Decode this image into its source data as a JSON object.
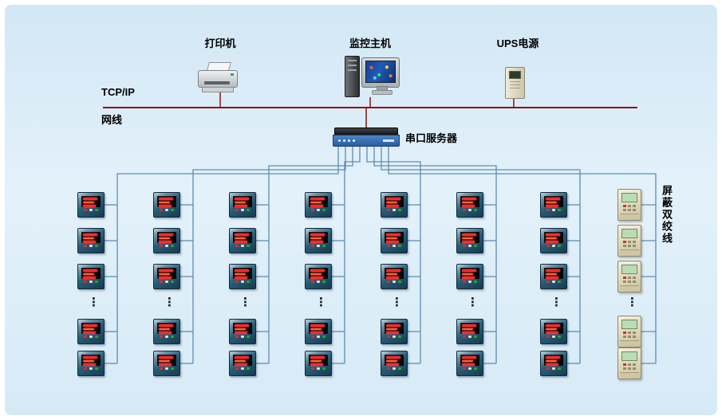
{
  "labels": {
    "printer": "打印机",
    "host": "监控主机",
    "ups": "UPS电源",
    "tcp": "TCP/IP",
    "cable": "网线",
    "server": "串口服务器",
    "shielded": "屏蔽双绞线",
    "ellipsis": "⋮"
  },
  "colors": {
    "network_line": "#8b1111",
    "bus_line": "#5f8cb4"
  },
  "columns": {
    "meter_columns": 7,
    "relay_columns": 1,
    "devices_per_column_visible": 5,
    "rows_above_break": 3,
    "rows_below_break": 2
  }
}
